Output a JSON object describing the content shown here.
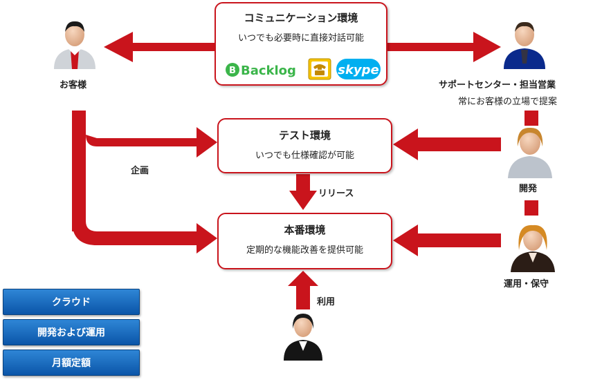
{
  "boxes": {
    "communication": {
      "title": "コミュニケーション環境",
      "subtitle": "いつでも必要時に直接対話可能"
    },
    "test": {
      "title": "テスト環境",
      "subtitle": "いつでも仕様確認が可能"
    },
    "production": {
      "title": "本番環境",
      "subtitle": "定期的な機能改善を提供可能"
    }
  },
  "logos": {
    "backlog": "Backlog",
    "skype": "skype"
  },
  "actors": {
    "customer": "お客様",
    "support": "サポートセンター・担当営業",
    "support_note": "常にお客様の立場で提案",
    "development": "開発",
    "operations": "運用・保守"
  },
  "arrow_labels": {
    "planning": "企画",
    "release": "リリース",
    "use": "利用"
  },
  "tags": [
    "クラウド",
    "開発および運用",
    "月額定額"
  ],
  "colors": {
    "arrow": "#c9141c",
    "tag": "#1565c0",
    "backlog_green": "#3bb54a",
    "phone_yellow": "#f5c400",
    "skype_blue": "#00aff0"
  }
}
